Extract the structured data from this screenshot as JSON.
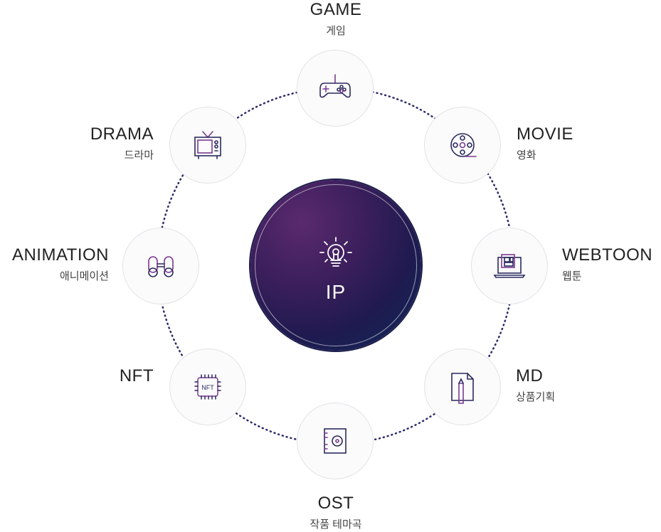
{
  "center": {
    "label": "IP",
    "icon": "lightbulb-icon"
  },
  "nodes": [
    {
      "id": "game",
      "en": "GAME",
      "ko": "게임",
      "icon": "gamepad-icon"
    },
    {
      "id": "movie",
      "en": "MOVIE",
      "ko": "영화",
      "icon": "film-reel-icon"
    },
    {
      "id": "webtoon",
      "en": "WEBTOON",
      "ko": "웹툰",
      "icon": "laptop-comic-icon"
    },
    {
      "id": "md",
      "en": "MD",
      "ko": "상품기획",
      "icon": "document-pencil-icon"
    },
    {
      "id": "ost",
      "en": "OST",
      "ko": "작품 테마곡",
      "icon": "speaker-icon"
    },
    {
      "id": "nft",
      "en": "NFT",
      "ko": "",
      "icon": "nft-chip-icon"
    },
    {
      "id": "animation",
      "en": "ANIMATION",
      "ko": "애니메이션",
      "icon": "film-frames-icon"
    },
    {
      "id": "drama",
      "en": "DRAMA",
      "ko": "드라마",
      "icon": "tv-icon"
    }
  ],
  "colors": {
    "ring_dots": "#2a2a6a",
    "core_dark": "#1b1d4a",
    "core_purple": "#5a2a6e",
    "icon_stroke": "#2a2a5e",
    "icon_accent": "#7a3a8e"
  }
}
